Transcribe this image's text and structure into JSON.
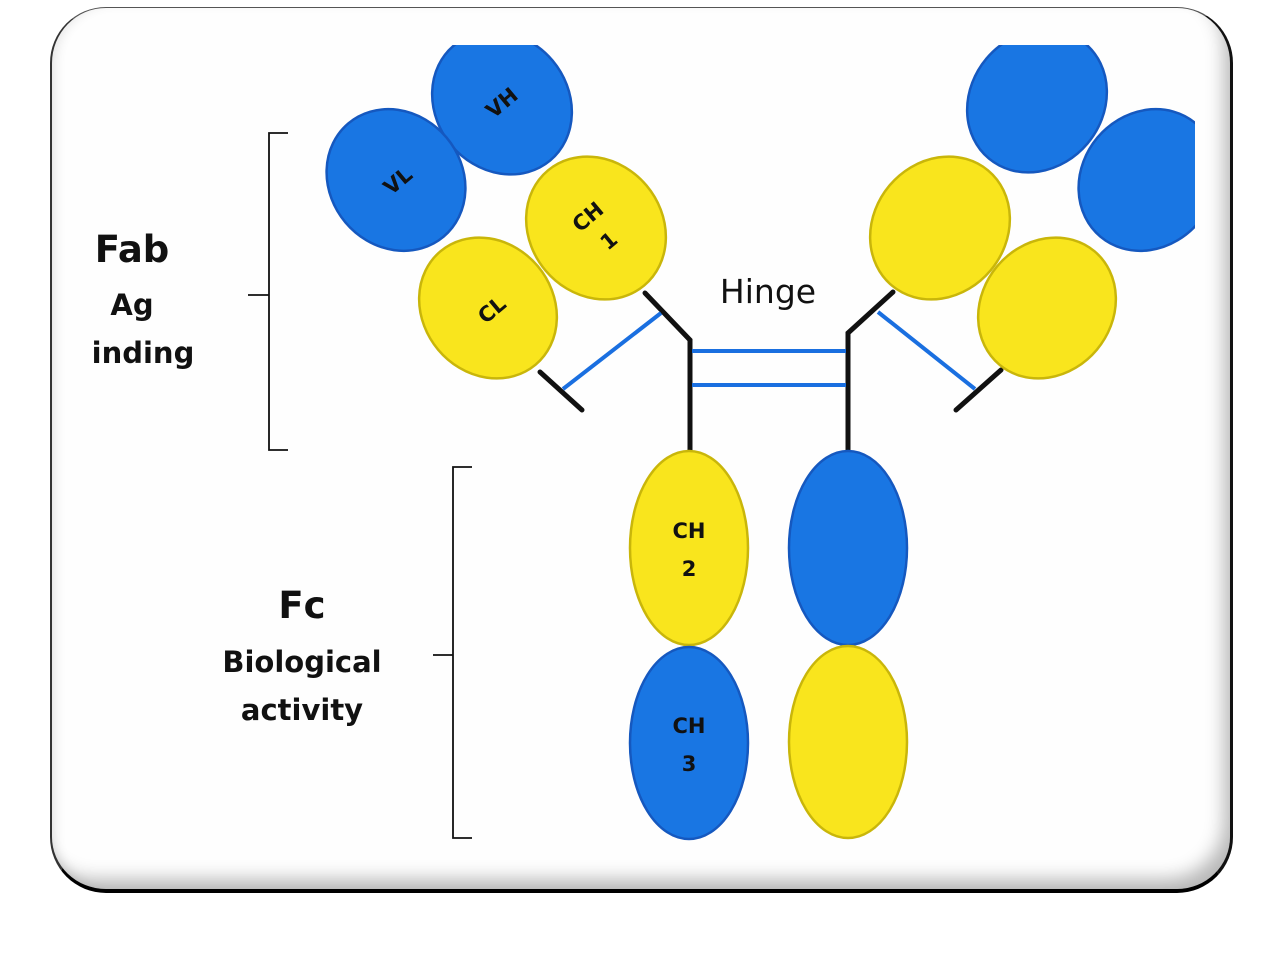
{
  "colors": {
    "heavy_chain_variable_blue": "#1976e3",
    "blue_outline": "#1558bf",
    "constant_yellow": "#f9e51d",
    "yellow_outline": "#c9b60a",
    "chain_line": "#111111",
    "disulfide_bond": "#1a6fe0"
  },
  "labels": {
    "fab_title": "Fab",
    "fab_sub_line1": "Ag",
    "fab_sub_line2": "inding",
    "fc_title": "Fc",
    "fc_sub_line1": "Biological",
    "fc_sub_line2": "activity",
    "hinge": "Hinge"
  },
  "domains": {
    "vh_left": "VH",
    "vl_left": "VL",
    "ch1_left_line1": "CH",
    "ch1_left_line2": "1",
    "cl_left": "CL",
    "ch2_line1": "CH",
    "ch2_line2": "2",
    "ch3_line1": "CH",
    "ch3_line2": "3"
  }
}
